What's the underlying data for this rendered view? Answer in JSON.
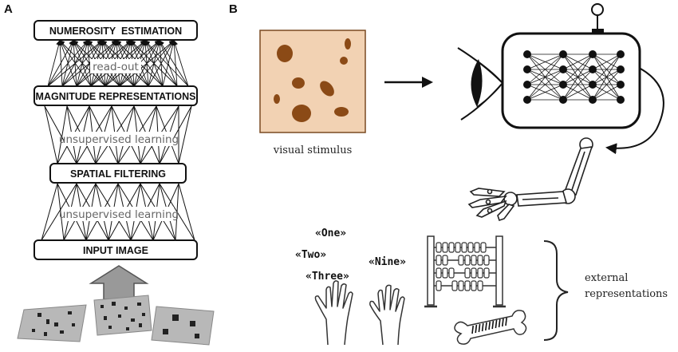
{
  "panel_a": {
    "letter": "A",
    "boxes": {
      "top": "NUMEROSITY  ESTIMATION",
      "magnitude": "MAGNITUDE REPRESENTATIONS",
      "spatial": "SPATIAL FILTERING",
      "input": "INPUT IMAGE"
    },
    "connection_labels": {
      "readout": "read-out",
      "unsup_upper": "unsupervised learning",
      "unsup_lower": "unsupervised learning"
    }
  },
  "panel_b": {
    "letter": "B",
    "stimulus_label": "visual stimulus",
    "number_words": [
      "«One»",
      "«Two»",
      "«Three»",
      "«Nine»"
    ],
    "external_label_line1": "external",
    "external_label_line2": "representations"
  },
  "colors": {
    "stimulus_bg": "#f2d2b3",
    "dot_fill": "#8b4a16",
    "arrow_gray": "#999999",
    "card_gray": "#b8b8b8"
  },
  "icons": [
    "eye-icon",
    "neural-network-icon",
    "robotic-arm-icon",
    "hand-icon",
    "abacus-icon",
    "tally-bone-icon",
    "brace-icon"
  ]
}
